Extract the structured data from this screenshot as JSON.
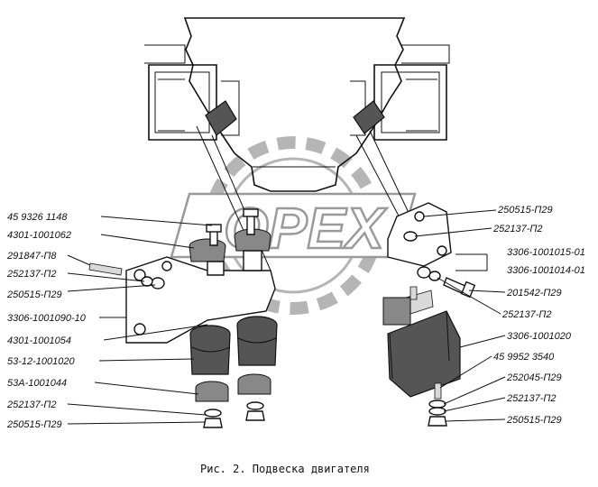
{
  "watermark": "OPEX",
  "caption": "Рис. 2. Подвеска двигателя",
  "labels_left": [
    "45 9326 1148",
    "4301-1001062",
    "291847-П8",
    "252137-П2",
    "250515-П29",
    "3306-1001090-10",
    "4301-1001054",
    "53-12-1001020",
    "53А-1001044",
    "252137-П2",
    "250515-П29"
  ],
  "labels_right": [
    "250515-П29",
    "252137-П2",
    "3306-1001015-01",
    "3306-1001014-01",
    "201542-П29",
    "252137-П2",
    "3306-1001020",
    "45 9952 3540",
    "252045-П29",
    "252137-П2",
    "250515-П29"
  ]
}
